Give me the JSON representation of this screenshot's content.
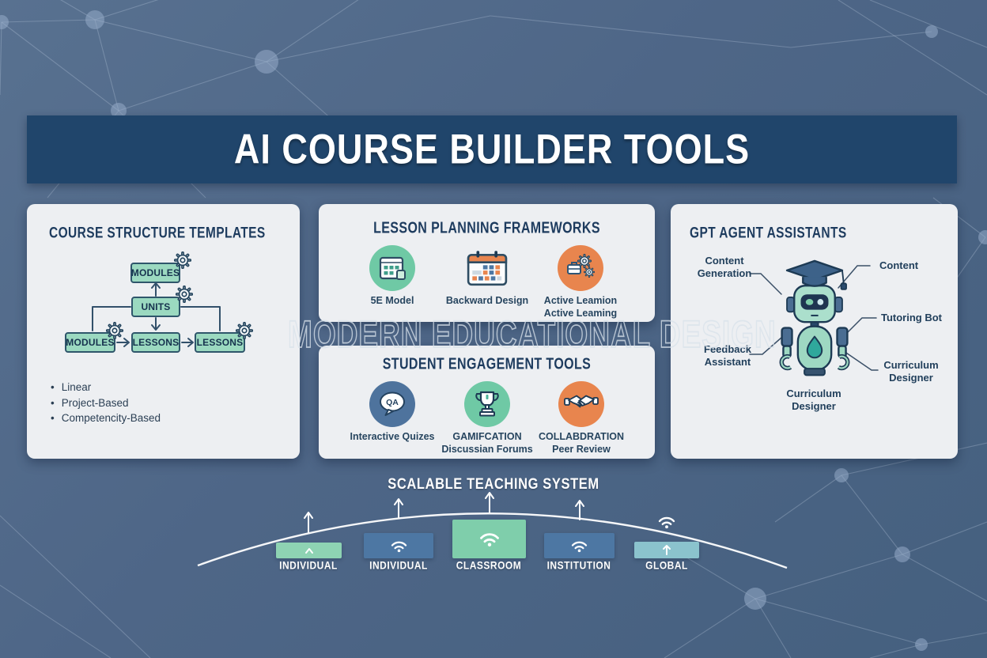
{
  "banner": {
    "title": "AI COURSE BUILDER TOOLS"
  },
  "watermark": "MODERN EDUCATIONAL DESIGN",
  "course_structure": {
    "heading": "COURSE STRUCTURE TEMPLATES",
    "nodes": [
      {
        "id": "modules-top",
        "label": "MODULES"
      },
      {
        "id": "units",
        "label": "UNITS"
      },
      {
        "id": "modules-left",
        "label": "MODULES"
      },
      {
        "id": "lessons-mid",
        "label": "LESSONS"
      },
      {
        "id": "lessons-right",
        "label": "LESSONS"
      }
    ],
    "edges": [
      "UNITS up to MODULES",
      "UNITS down to LESSONS",
      "UNITS branch-left to MODULES",
      "UNITS branch-right to LESSONS",
      "MODULES right to LESSONS",
      "LESSONS right to LESSONS"
    ],
    "bullets": [
      "Linear",
      "Project-Based",
      "Competencity-Based"
    ]
  },
  "lesson_planning": {
    "heading": "LESSON PLANNING FRAMEWORKS",
    "items": [
      {
        "icon": "calendar-green-circle-icon",
        "label": "5E Model"
      },
      {
        "icon": "calendar-orange-icon",
        "label": "Backward Design"
      },
      {
        "icon": "gears-orange-circle-icon",
        "label": "Active Leamion",
        "label2": "Active Leaming"
      }
    ]
  },
  "student_engagement": {
    "heading": "STUDENT ENGAGEMENT TOOLS",
    "items": [
      {
        "icon": "qa-speech-bubble-blue-circle-icon",
        "bubble_text": "QA",
        "label": "Interactive Quizes"
      },
      {
        "icon": "trophy-green-circle-icon",
        "label": "GAMIFCATION",
        "label2": "Discussian Forums"
      },
      {
        "icon": "handshake-orange-circle-icon",
        "label": "COLLABDRATION",
        "label2": "Peer Review"
      }
    ]
  },
  "gpt_agents": {
    "heading": "GPT AGENT ASSISTANTS",
    "callouts": [
      "Content Generation",
      "Content",
      "Tutoring Bot",
      "Feedback Assistant",
      "Curriculum Designer"
    ],
    "center_label": "Curriculum Designer",
    "robot_icon": "robot-graduate-icon"
  },
  "scalable": {
    "heading": "SCALABLE TEACHING SYSTEM",
    "bars": [
      {
        "label": "INDIVIDUAL",
        "icon": "arrow-up-icon",
        "color": "#8ed3b3",
        "height": 20
      },
      {
        "label": "INDIVIDUAL",
        "icon": "wifi-icon",
        "color": "#4d77a3",
        "height": 32
      },
      {
        "label": "CLASSROOM",
        "icon": "wifi-icon",
        "color": "#7fceab",
        "height": 49
      },
      {
        "label": "INSTITUTION",
        "icon": "wifi-icon",
        "color": "#4d77a3",
        "height": 32
      },
      {
        "label": "GLOBAL",
        "icon": "arrow-up-icon",
        "color": "#8bc3cd",
        "height": 21
      }
    ]
  },
  "colors": {
    "background": "#4e6687",
    "banner_bg": "#20456b",
    "panel_bg": "#edeff2",
    "heading_navy": "#1d3b5e",
    "flow_box_fill": "#9bd9c0",
    "flow_box_border": "#2f566b",
    "green_circle": "#6fc9a5",
    "orange_circle": "#e8854e",
    "blue_circle": "#4e739d",
    "bar_blue": "#4d77a3",
    "bar_green": "#7fceab",
    "bar_teal": "#8bc3cd"
  }
}
